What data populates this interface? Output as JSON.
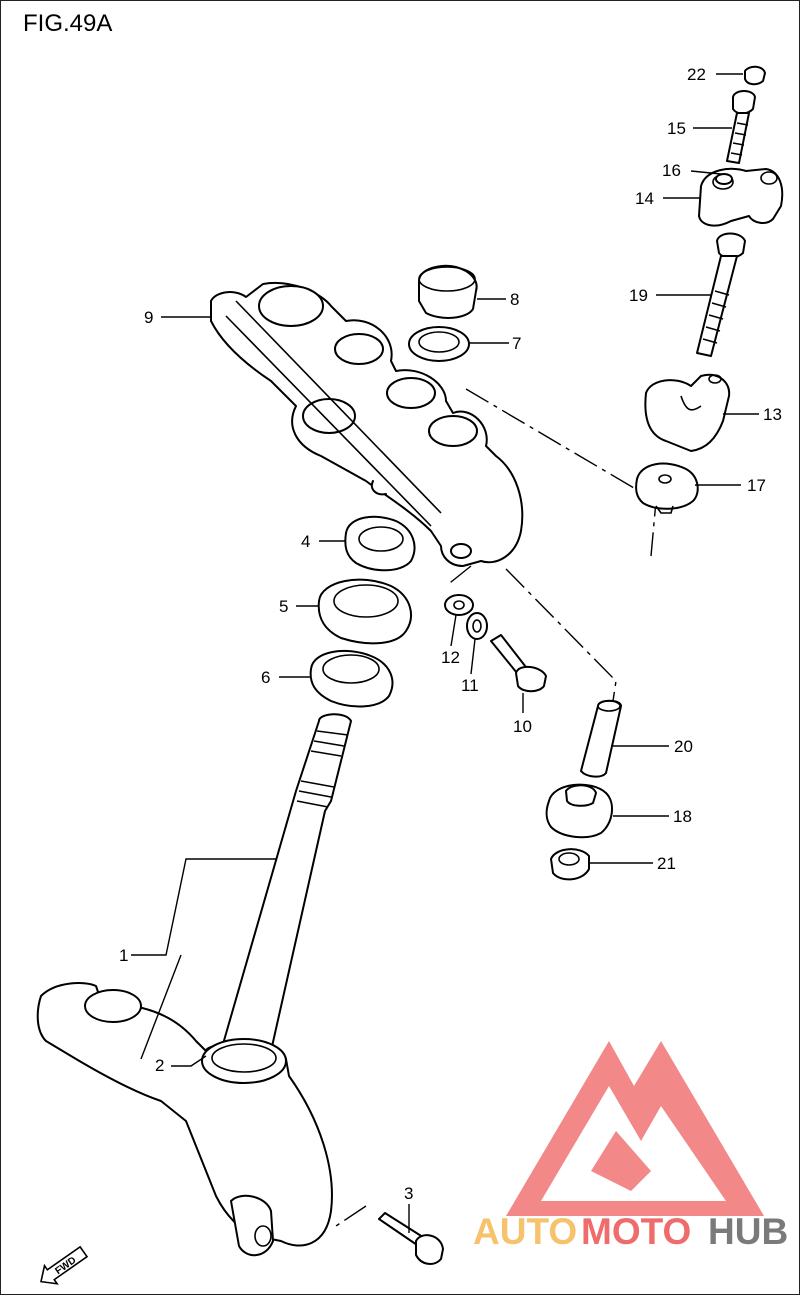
{
  "figure": {
    "title": "FIG.49A"
  },
  "callouts": [
    {
      "id": "1",
      "label": "1"
    },
    {
      "id": "2",
      "label": "2"
    },
    {
      "id": "3",
      "label": "3"
    },
    {
      "id": "4",
      "label": "4"
    },
    {
      "id": "5",
      "label": "5"
    },
    {
      "id": "6",
      "label": "6"
    },
    {
      "id": "7",
      "label": "7"
    },
    {
      "id": "8",
      "label": "8"
    },
    {
      "id": "9",
      "label": "9"
    },
    {
      "id": "10",
      "label": "10"
    },
    {
      "id": "11",
      "label": "11"
    },
    {
      "id": "12",
      "label": "12"
    },
    {
      "id": "13",
      "label": "13"
    },
    {
      "id": "14",
      "label": "14"
    },
    {
      "id": "15",
      "label": "15"
    },
    {
      "id": "16",
      "label": "16"
    },
    {
      "id": "17",
      "label": "17"
    },
    {
      "id": "18",
      "label": "18"
    },
    {
      "id": "19",
      "label": "19"
    },
    {
      "id": "20",
      "label": "20"
    },
    {
      "id": "21",
      "label": "21"
    },
    {
      "id": "22",
      "label": "22"
    }
  ],
  "direction_marker": {
    "label": "FWD"
  },
  "watermark": {
    "part1": "AUTO",
    "part2": "MOTO",
    "part3": "HUB",
    "colors": {
      "auto": "#f6c26b",
      "moto": "#f06b6b",
      "hub": "#7a7a7a",
      "logo": "#f07373"
    }
  }
}
